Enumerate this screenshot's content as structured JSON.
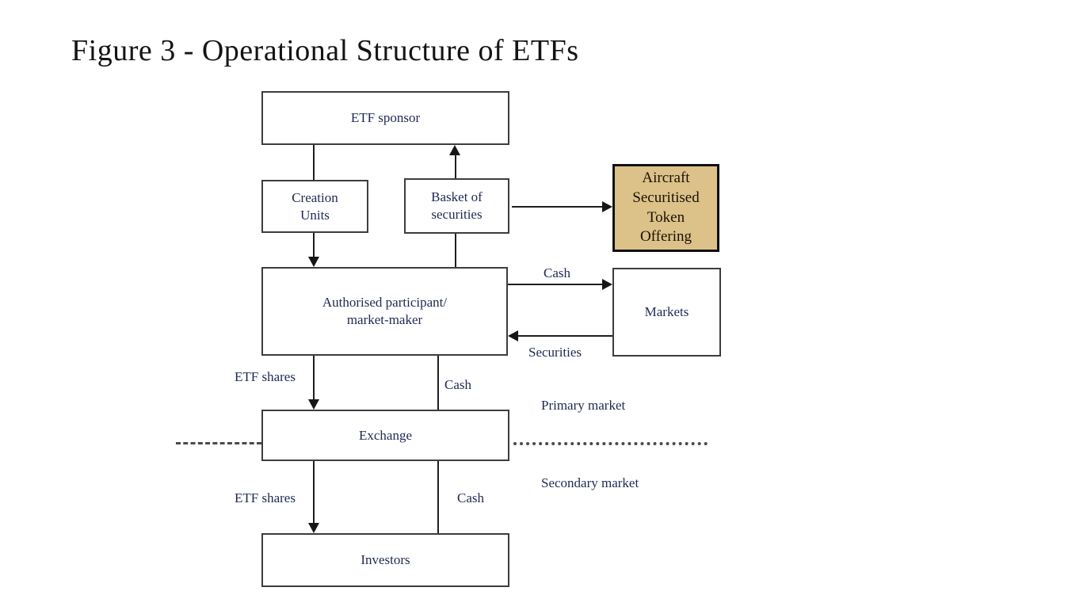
{
  "title": "Figure 3 - Operational Structure of ETFs",
  "colors": {
    "background": "#ffffff",
    "box_border": "#3d3d3d",
    "diagram_text": "#1f2a52",
    "title_text": "#141414",
    "connector_line": "#1f1f1f",
    "highlight_box_fill": "#dcc189",
    "highlight_box_border": "#101010",
    "highlight_box_text": "#1a1206"
  },
  "nodes": {
    "etf_sponsor": {
      "lines": [
        "ETF sponsor"
      ]
    },
    "creation_units": {
      "lines": [
        "Creation",
        "Units"
      ]
    },
    "basket_of_securities": {
      "lines": [
        "Basket of",
        "securities"
      ]
    },
    "aircraft_securitised_token_offering": {
      "lines": [
        "Aircraft",
        "Securitised",
        "Token",
        "Offering"
      ]
    },
    "authorised_participant": {
      "lines": [
        "Authorised participant/",
        "market-maker"
      ]
    },
    "markets": {
      "lines": [
        "Markets"
      ]
    },
    "exchange": {
      "lines": [
        "Exchange"
      ]
    },
    "investors": {
      "lines": [
        "Investors"
      ]
    }
  },
  "labels": {
    "cash_primary": "Cash",
    "securities": "Securities",
    "etf_shares_primary": "ETF shares",
    "cash_exchange": "Cash",
    "primary_market": "Primary market",
    "secondary_market": "Secondary market",
    "etf_shares_secondary": "ETF shares",
    "cash_secondary": "Cash"
  }
}
